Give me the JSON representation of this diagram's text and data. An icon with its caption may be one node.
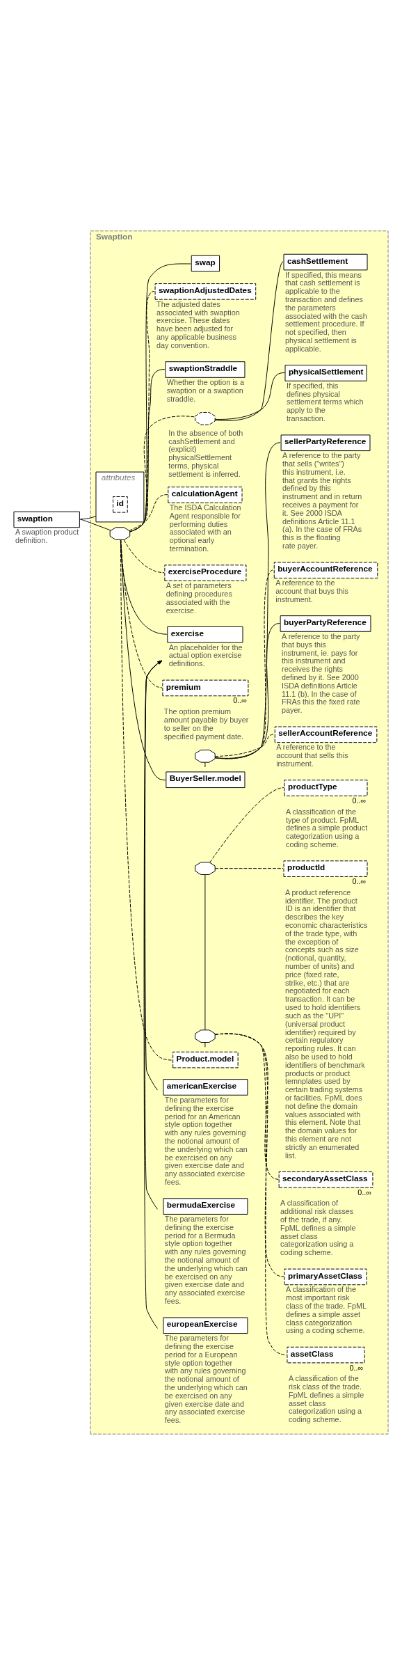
{
  "diagram": {
    "nodes": [
      {
        "text": [
          "swaption"
        ],
        "beside": [
          "A swaption product definition."
        ]
      },
      {
        "text": [
          "Swaption"
        ]
      },
      {
        "text": [
          "attributes"
        ],
        "in": 1
      },
      {
        "text": [
          "id"
        ],
        "in": 2
      },
      {
        "text": [],
        "shape": "octagon",
        "in": 1
      },
      {
        "text": [
          "Product.model"
        ],
        "in": 1
      },
      {
        "text": [],
        "shape": "octagon",
        "in": 1
      },
      {
        "text": [
          "primaryAssetClass"
        ],
        "in": 1,
        "beside": [
          "A classification of the most important risk class of the trade. FpML defines a simple asset class categorization using a coding scheme."
        ]
      },
      {
        "text": [
          "secondaryAssetClass"
        ],
        "in": 1,
        "beside": [
          "0..∞",
          "A classification of additional risk classes of the trade, if any. FpML defines a simple asset class categorization using a coding scheme."
        ]
      },
      {
        "text": [],
        "shape": "octagon",
        "in": 1
      },
      {
        "text": [
          "productType"
        ],
        "in": 1,
        "beside": [
          "0..∞",
          "A classification of the type of product. FpML defines a simple product categorization using a coding scheme."
        ]
      },
      {
        "text": [
          "productId"
        ],
        "in": 1,
        "beside": [
          "0..∞",
          "A product reference identifier. The product ID is an identifier that describes the key economic characteristics of the trade type, with the exception of concepts such as size (notional, quantity, number of units) and price (fixed rate, strike, etc.) that are negotiated for each transaction. It can be used to hold identifiers such as the \"UPI\" (universal product identifier) required by certain regulatory reporting rules. It can also be used to hold identifiers of benchmark products or product temnplates used by certain trading systems or facilities. FpML does not define the domain values associated with this element. Note that the domain values for this element are not strictly an enumerated list."
        ]
      },
      {
        "text": [
          "assetClass"
        ],
        "in": 1,
        "beside": [
          "0..∞",
          "A classification of the risk class of the trade. FpML defines a simple asset class categorization using a coding scheme."
        ]
      },
      {
        "text": [
          "BuyerSeller.model"
        ],
        "in": 1
      },
      {
        "text": [],
        "shape": "octagon",
        "in": 1
      },
      {
        "text": [
          "buyerPartyReference"
        ],
        "in": 1,
        "beside": [
          "A reference to the party that buys this instrument, ie. pays for this instrument and receives the rights defined by it. See 2000 ISDA definitions Article 11.1 (b). In the case of FRAs this the fixed rate payer."
        ]
      },
      {
        "text": [
          "buyerAccountReference"
        ],
        "in": 1,
        "beside": [
          "A reference to the account that buys this instrument."
        ]
      },
      {
        "text": [
          "sellerPartyReference"
        ],
        "in": 1,
        "beside": [
          "A reference to the party that sells (\"writes\") this instrument, i.e. that grants the rights defined by this instrument and in return receives a payment for it. See 2000 ISDA definitions Article 11.1 (a). In the case of FRAs this is the floating rate payer."
        ]
      },
      {
        "text": [
          "sellerAccountReference"
        ],
        "in": 1,
        "beside": [
          "A reference to the account that sells this instrument."
        ]
      },
      {
        "text": [
          "premium"
        ],
        "in": 1,
        "beside": [
          "0..∞",
          "The option premium amount payable by buyer to seller on the specified payment date."
        ]
      },
      {
        "text": [
          "exercise"
        ],
        "in": 1,
        "beside": [
          "An placeholder for the actual option exercise definitions."
        ]
      },
      {
        "text": [
          "americanExercise"
        ],
        "in": 1,
        "beside": [
          "The parameters for defining the exercise period for an American style option together with any rules governing the notional amount of the underlying which can be exercised on any given exercise date and any associated exercise fees."
        ]
      },
      {
        "text": [
          "bermudaExercise"
        ],
        "in": 1,
        "beside": [
          "The parameters for defining the exercise period for a Bermuda style option together with any rules governing the notional amount of the underlying which can be exercised on any given exercise date and any associated exercise fees."
        ]
      },
      {
        "text": [
          "europeanExercise"
        ],
        "in": 1,
        "beside": [
          "The parameters for defining the exercise period for a European style option together with any rules governing the notional amount of the underlying which can be exercised on any given exercise date and any associated exercise fees."
        ]
      },
      {
        "text": [
          "exerciseProcedure"
        ],
        "in": 1,
        "beside": [
          "A set of parameters defining procedures associated with the exercise."
        ]
      },
      {
        "text": [
          "calculationAgent"
        ],
        "in": 1,
        "beside": [
          "The ISDA Calculation Agent responsible for performing duties associated with an optional early termination."
        ]
      },
      {
        "text": [],
        "shape": "octagon",
        "in": 1,
        "beside": [
          "In the absence of both cashSettlement and (explicit) physicalSettlement terms, physical settlement is inferred."
        ]
      },
      {
        "text": [
          "cashSettlement"
        ],
        "in": 1,
        "beside": [
          "If specified, this means that cash settlement is applicable to the transaction and defines the parameters associated with the cash settlement procedure. If not specified, then physical settlement is applicable."
        ]
      },
      {
        "text": [
          "physicalSettlement"
        ],
        "in": 1,
        "beside": [
          "If specified, this defines physical settlement terms which apply to the transaction."
        ]
      },
      {
        "text": [
          "swaptionStraddle"
        ],
        "in": 1,
        "beside": [
          "Whether the option is a swaption or a swaption straddle."
        ]
      },
      {
        "text": [
          "swaptionAdjustedDates"
        ],
        "in": 1,
        "beside": [
          "The adjusted dates associated with swaption exercise. These dates have been adjusted for any applicable business day convention."
        ]
      },
      {
        "text": [
          "swap"
        ],
        "in": 1
      }
    ],
    "edges": [
      {
        "from": 0,
        "to": 2,
        "arrow": "none"
      },
      {
        "from": 0,
        "to": 4,
        "arrow": "none"
      },
      {
        "from": 4,
        "to": 5,
        "arrow": "none",
        "style": "dashed"
      },
      {
        "from": 5,
        "to": 6,
        "arrow": "none"
      },
      {
        "from": 6,
        "to": 7,
        "arrow": "none",
        "style": "dashed"
      },
      {
        "from": 6,
        "to": 8,
        "arrow": "none",
        "style": "dashed"
      },
      {
        "from": 6,
        "to": 9,
        "arrow": "none"
      },
      {
        "from": 9,
        "to": 10,
        "arrow": "none",
        "style": "dashed"
      },
      {
        "from": 9,
        "to": 11,
        "arrow": "none",
        "style": "dashed"
      },
      {
        "from": 6,
        "to": 12,
        "arrow": "none",
        "style": "dashed"
      },
      {
        "from": 4,
        "to": 13,
        "arrow": "none"
      },
      {
        "from": 13,
        "to": 14,
        "arrow": "none"
      },
      {
        "from": 14,
        "to": 15,
        "arrow": "none"
      },
      {
        "from": 14,
        "to": 16,
        "arrow": "none",
        "style": "dashed"
      },
      {
        "from": 14,
        "to": 17,
        "arrow": "none"
      },
      {
        "from": 14,
        "to": 18,
        "arrow": "none",
        "style": "dashed"
      },
      {
        "from": 4,
        "to": 19,
        "arrow": "none",
        "style": "dashed"
      },
      {
        "from": 4,
        "to": 20,
        "arrow": "none"
      },
      {
        "from": 21,
        "to": 20,
        "arrow": "to"
      },
      {
        "from": 22,
        "to": 20,
        "arrow": "to"
      },
      {
        "from": 23,
        "to": 20,
        "arrow": "to"
      },
      {
        "from": 4,
        "to": 24,
        "arrow": "none",
        "style": "dashed"
      },
      {
        "from": 4,
        "to": 25,
        "arrow": "none",
        "style": "dashed"
      },
      {
        "from": 4,
        "to": 26,
        "arrow": "none",
        "style": "dashed"
      },
      {
        "from": 26,
        "to": 27,
        "arrow": "none"
      },
      {
        "from": 26,
        "to": 28,
        "arrow": "none"
      },
      {
        "from": 4,
        "to": 29,
        "arrow": "none"
      },
      {
        "from": 4,
        "to": 30,
        "arrow": "none",
        "style": "dashed"
      },
      {
        "from": 4,
        "to": 31,
        "arrow": "none"
      }
    ]
  }
}
